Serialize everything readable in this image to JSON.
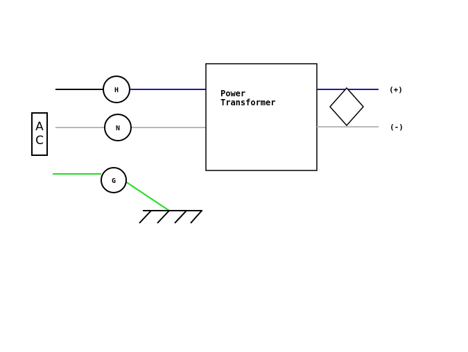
{
  "source": {
    "label_line1": "A",
    "label_line2": "C"
  },
  "terminals": {
    "hot": "H",
    "neutral": "N",
    "ground": "G"
  },
  "transformer": {
    "label_line1": "Power",
    "label_line2": "Transformer"
  },
  "outputs": {
    "positive": "(+)",
    "negative": "(-)"
  },
  "colors": {
    "hot_wire_in": "#000000",
    "hot_wire_out": "#1a1aa6",
    "neutral_wire": "#b8b8b8",
    "ground_wire": "#22dd22",
    "outline": "#000000"
  }
}
